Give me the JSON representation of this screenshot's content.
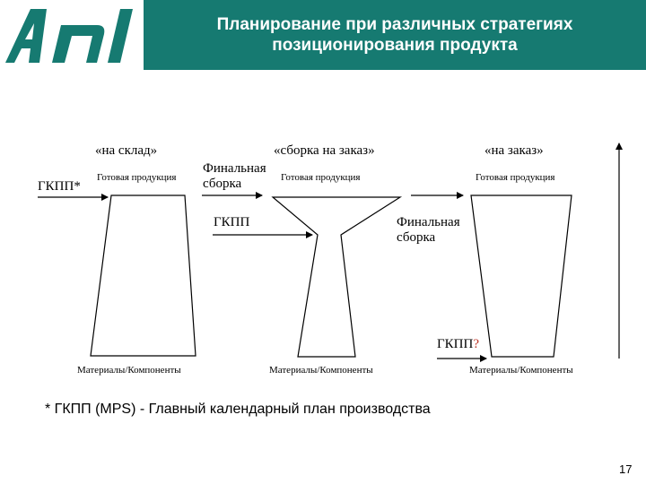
{
  "header": {
    "title": "Планирование при различных стратегиях\nпозиционирования продукта",
    "logo_text": "Anl",
    "accent_color": "#167a71"
  },
  "strategies": [
    {
      "name": "«на склад»",
      "top_label": "Готовая продукция",
      "bottom_label": "Материалы/Компоненты"
    },
    {
      "name": "«сборка на заказ»",
      "top_label": "Готовая продукция",
      "bottom_label": "Материалы/Компоненты",
      "assembly_label": "Финальная\nсборка"
    },
    {
      "name": "«на заказ»",
      "top_label": "Готовая продукция",
      "bottom_label": "Материалы/Компоненты",
      "assembly_label": "Финальная\nсборка"
    }
  ],
  "mps_labels": {
    "make_to_stock": "ГКПП*",
    "assemble_to_order": "ГКПП",
    "make_to_order_text": "ГКПП",
    "make_to_order_mark": "?",
    "mark_color": "#c0392b"
  },
  "footnote": "* ГКПП (MPS) - Главный календарный план производства",
  "page_number": "17"
}
